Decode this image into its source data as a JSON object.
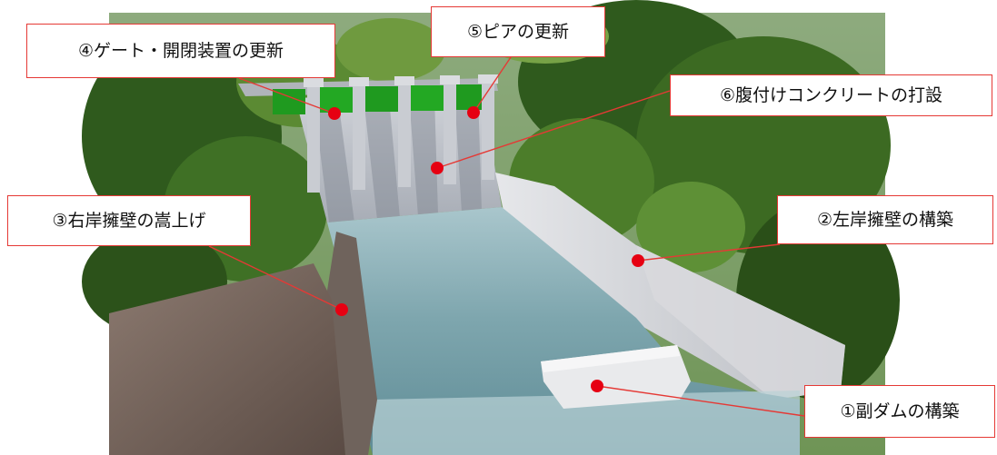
{
  "callouts": {
    "gate": "④ゲート・開閉装置の更新",
    "pier": "⑤ピアの更新",
    "concrete": "⑥腹付けコンクリートの打設",
    "right_bank": "③右岸擁壁の嵩上げ",
    "left_bank": "②左岸擁壁の構築",
    "sub_dam": "①副ダムの構築"
  },
  "colors": {
    "accent": "#e53935",
    "gate": "#1f9a1f",
    "concrete": "#c9ccd2",
    "water": "#7fa9b1",
    "forest": "#3a6a24"
  }
}
